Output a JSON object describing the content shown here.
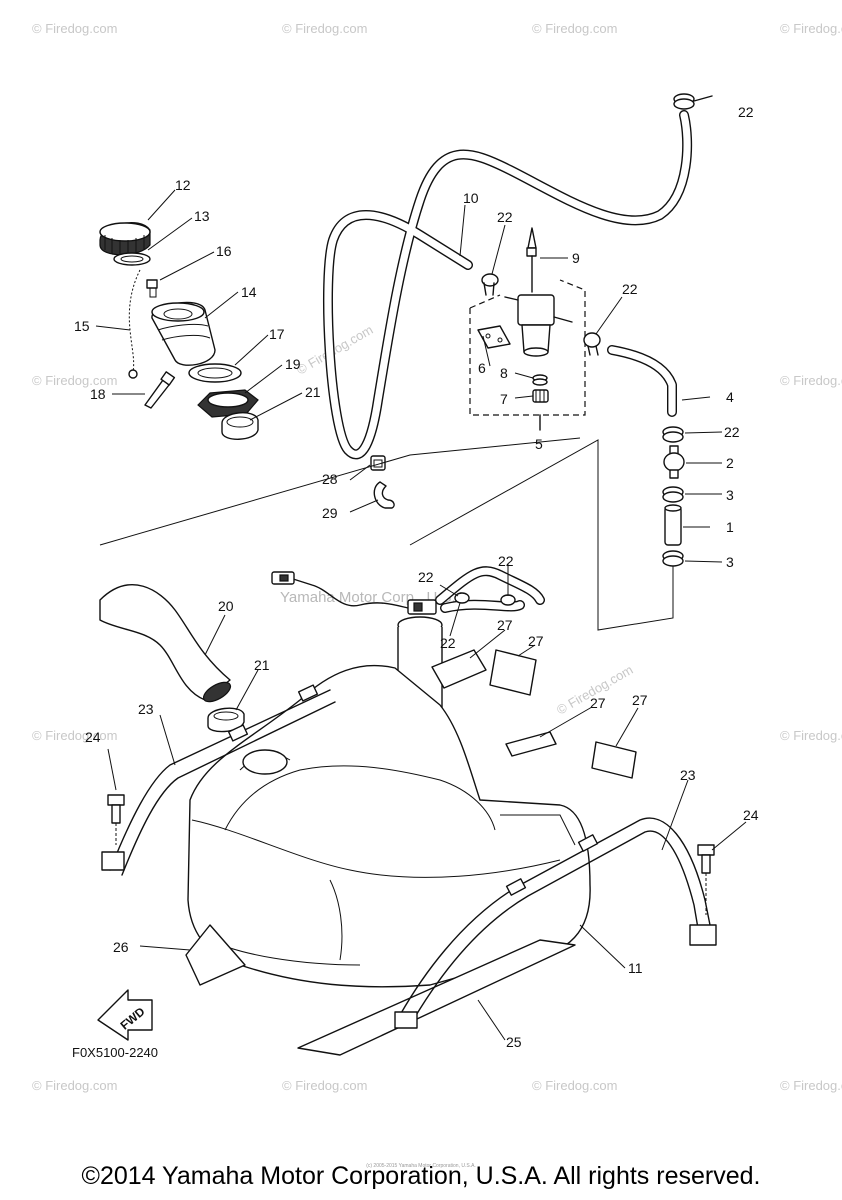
{
  "labels": {
    "p1": "1",
    "p2": "2",
    "p3a": "3",
    "p3b": "3",
    "p4": "4",
    "p5": "5",
    "p6": "6",
    "p7": "7",
    "p8": "8",
    "p9": "9",
    "p10": "10",
    "p11": "11",
    "p12": "12",
    "p13": "13",
    "p14": "14",
    "p15": "15",
    "p16": "16",
    "p17": "17",
    "p18": "18",
    "p19": "19",
    "p20": "20",
    "p21a": "21",
    "p21b": "21",
    "p22a": "22",
    "p22b": "22",
    "p22c": "22",
    "p22d": "22",
    "p22e": "22",
    "p22f": "22",
    "p22g": "22",
    "p23a": "23",
    "p23b": "23",
    "p24a": "24",
    "p24b": "24",
    "p25": "25",
    "p26": "26",
    "p27a": "27",
    "p27b": "27",
    "p27c": "27",
    "p27d": "27",
    "p28": "28",
    "p29": "29"
  },
  "fwd_label": "FWD",
  "diagram_code": "F0X5100-2240",
  "watermarks": {
    "site": "© Firedog.com",
    "brand": "Yamaha Motor Corp., U.S.A."
  },
  "copyright": "©2014 Yamaha Motor Corporation, U.S.A. All rights reserved.",
  "tiny_copyright": "(c) 2005-2015 Yamaha Motor Corporation, U.S.A."
}
